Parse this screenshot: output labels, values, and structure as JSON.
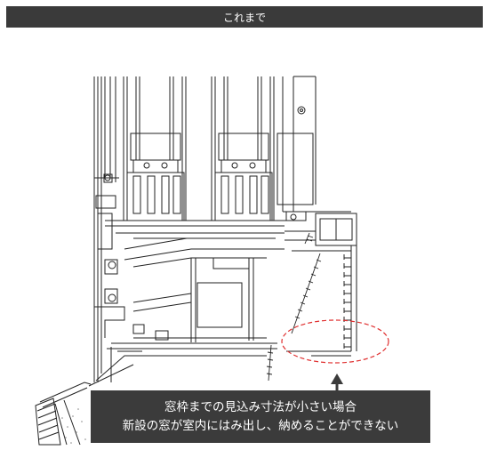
{
  "header": {
    "title": "これまで"
  },
  "caption": {
    "line1": "窓枠までの見込み寸法が小さい場合",
    "line2": "新設の窓が室内にはみ出し、納めることができない"
  },
  "colors": {
    "header_bg": "#3a3a3a",
    "caption_bg": "#3b3b3b",
    "highlight": "#e03030",
    "line": "#222222"
  },
  "icons": {
    "pointer": "up-arrow-icon",
    "highlight": "dashed-ellipse"
  }
}
